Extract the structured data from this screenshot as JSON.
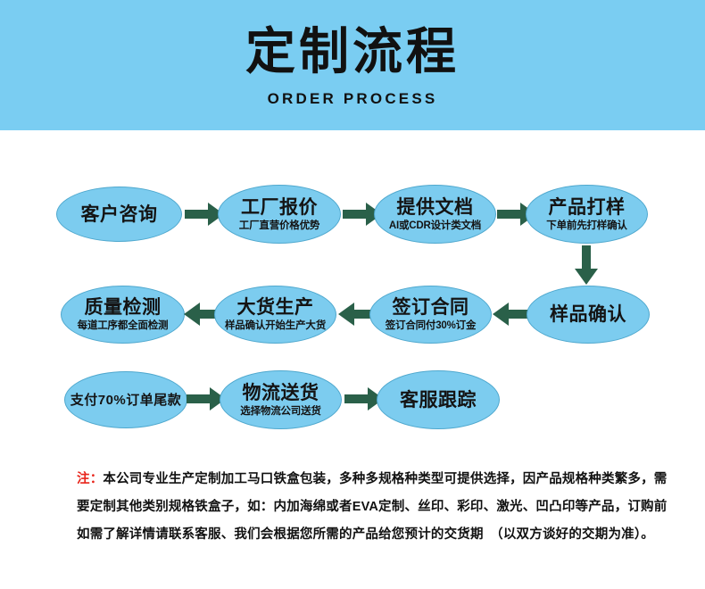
{
  "header": {
    "title": "定制流程",
    "subtitle": "ORDER PROCESS",
    "band_color": "#7ACDF2"
  },
  "theme": {
    "node_fill": "#7CCCEF",
    "node_stroke": "#4FA8CE",
    "arrow_color": "#2A6049",
    "text_color": "#141414",
    "note_label_color": "#E8251B",
    "page_background": "#FFFFFF"
  },
  "flow": {
    "rows": [
      {
        "direction": "right",
        "nodes": [
          {
            "title": "客户咨询",
            "sub": ""
          },
          {
            "title": "工厂报价",
            "sub": "工厂直营价格优势"
          },
          {
            "title": "提供文档",
            "sub": "AI或CDR设计类文档"
          },
          {
            "title": "产品打样",
            "sub": "下单前先打样确认"
          }
        ]
      },
      {
        "direction": "left",
        "nodes": [
          {
            "title": "质量检测",
            "sub": "每道工序都全面检测"
          },
          {
            "title": "大货生产",
            "sub": "样品确认开始生产大货"
          },
          {
            "title": "签订合同",
            "sub": "签订合同付30%订金"
          },
          {
            "title": "样品确认",
            "sub": ""
          }
        ]
      },
      {
        "direction": "right",
        "nodes": [
          {
            "title": "支付70%订单尾款",
            "sub": ""
          },
          {
            "title": "物流送货",
            "sub": "选择物流公司送货"
          },
          {
            "title": "客服跟踪",
            "sub": ""
          }
        ]
      }
    ],
    "connector_down": "down-arrow"
  },
  "note": {
    "label": "注：",
    "text": "本公司专业生产定制加工马口铁盒包装，多种多规格种类型可提供选择，因产品规格种类繁多，需要定制其他类别规格铁盒子，如：内加海绵或者EVA定制、丝印、彩印、激光、凹凸印等产品，订购前如需了解详情请联系客服、我们会根据您所需的产品给您预计的交货期　（以双方谈好的交期为准）。"
  }
}
